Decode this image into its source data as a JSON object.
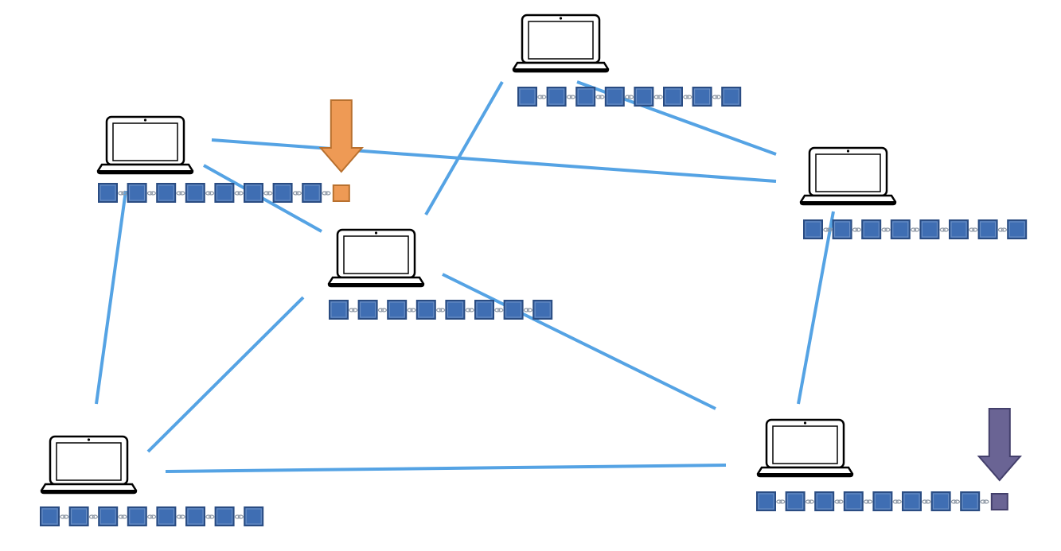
{
  "colors": {
    "background": "#ffffff",
    "connection_line": "#55a3e4",
    "block_fill": "#3f6eb3",
    "block_stroke": "#2a4c82",
    "link_icon": "#8c96a3",
    "laptop_stroke": "#000000",
    "orange_arrow_fill": "#ee9a55",
    "orange_arrow_stroke": "#b8702e",
    "orange_block_fill": "#ee9a55",
    "orange_block_stroke": "#b8702e",
    "purple_arrow_fill": "#6a6494",
    "purple_arrow_stroke": "#433f6b",
    "purple_block_fill": "#6a6494",
    "purple_block_stroke": "#433f6b"
  },
  "icons": {
    "node": "laptop-icon",
    "block": "block-icon",
    "chain_link": "chain-link-icon",
    "pending_marker": "down-arrow-icon"
  },
  "nodes": [
    {
      "id": "top-left",
      "chain_length": 8,
      "pending_block": "orange"
    },
    {
      "id": "top-center",
      "chain_length": 8,
      "pending_block": null
    },
    {
      "id": "center",
      "chain_length": 8,
      "pending_block": null
    },
    {
      "id": "right",
      "chain_length": 8,
      "pending_block": null
    },
    {
      "id": "bottom-left",
      "chain_length": 8,
      "pending_block": null
    },
    {
      "id": "bottom-right",
      "chain_length": 8,
      "pending_block": "purple"
    }
  ],
  "connections": [
    [
      "top-left",
      "right"
    ],
    [
      "top-left",
      "center"
    ],
    [
      "top-left",
      "bottom-left"
    ],
    [
      "center",
      "top-center"
    ],
    [
      "center",
      "bottom-left"
    ],
    [
      "center",
      "bottom-right"
    ],
    [
      "top-center",
      "right"
    ],
    [
      "right",
      "bottom-right"
    ],
    [
      "bottom-left",
      "bottom-right"
    ]
  ]
}
